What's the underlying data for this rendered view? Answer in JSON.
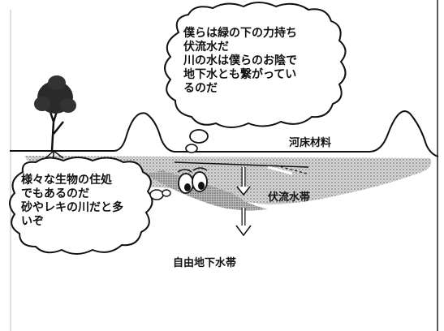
{
  "bubbles": {
    "top": {
      "lines": [
        "僕らは緑の下の力持ち",
        "伏流水だ",
        "川の水は僕らのお陰で",
        "地下水とも繋がってい",
        "るのだ"
      ]
    },
    "left": {
      "lines": [
        "様々な生物の住処",
        "でもあるのだ",
        "砂やレキの川だと多",
        "いぞ"
      ]
    }
  },
  "labels": {
    "riverbed_material": "河床材料",
    "hyporheic_zone": "伏流水帯",
    "free_groundwater_zone": "自由地下水帯"
  },
  "colors": {
    "ink": "#111111",
    "sediment_light": "#c8c8c8",
    "sediment_dark": "#9a9a9a",
    "paper": "#ffffff"
  },
  "icons": {
    "tree": "tree-icon",
    "eyes": "water-character-eyes-icon",
    "arrow": "downward-arrow-icon"
  }
}
